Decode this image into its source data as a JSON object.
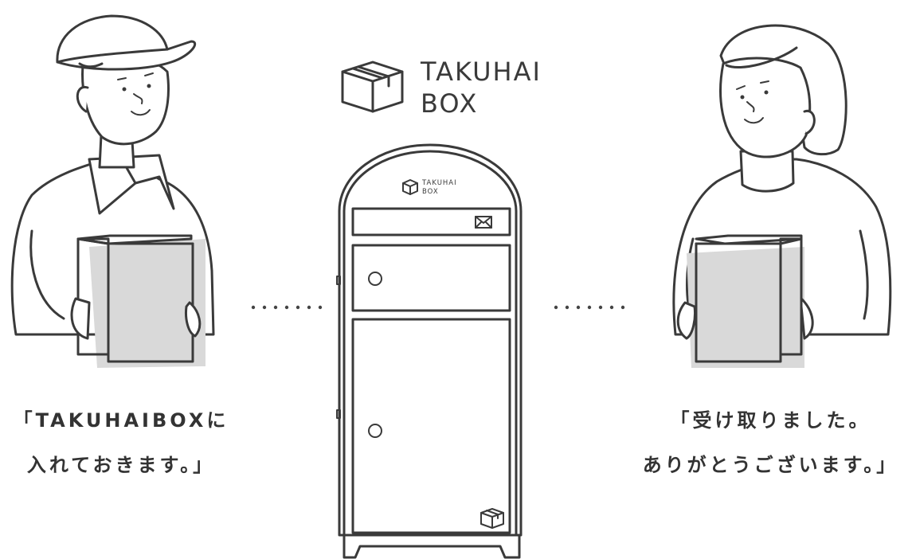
{
  "logo": {
    "line1": "TAKUHAI",
    "line2": "BOX"
  },
  "box_logo": {
    "line1": "TAKUHAI",
    "line2": "BOX"
  },
  "left_caption": {
    "line1": "「TAKUHAIBOXに",
    "line2": "入れておきます。」"
  },
  "right_caption": {
    "line1": "「受け取りました。",
    "line2": "ありがとうございます。」"
  },
  "icons": [
    "package-icon",
    "mail-icon",
    "delivery-person",
    "recipient-person",
    "delivery-box",
    "dotted-connector"
  ],
  "colors": {
    "ink": "#3a3a3a",
    "shadow": "#d9d9d9",
    "background": "#ffffff"
  }
}
